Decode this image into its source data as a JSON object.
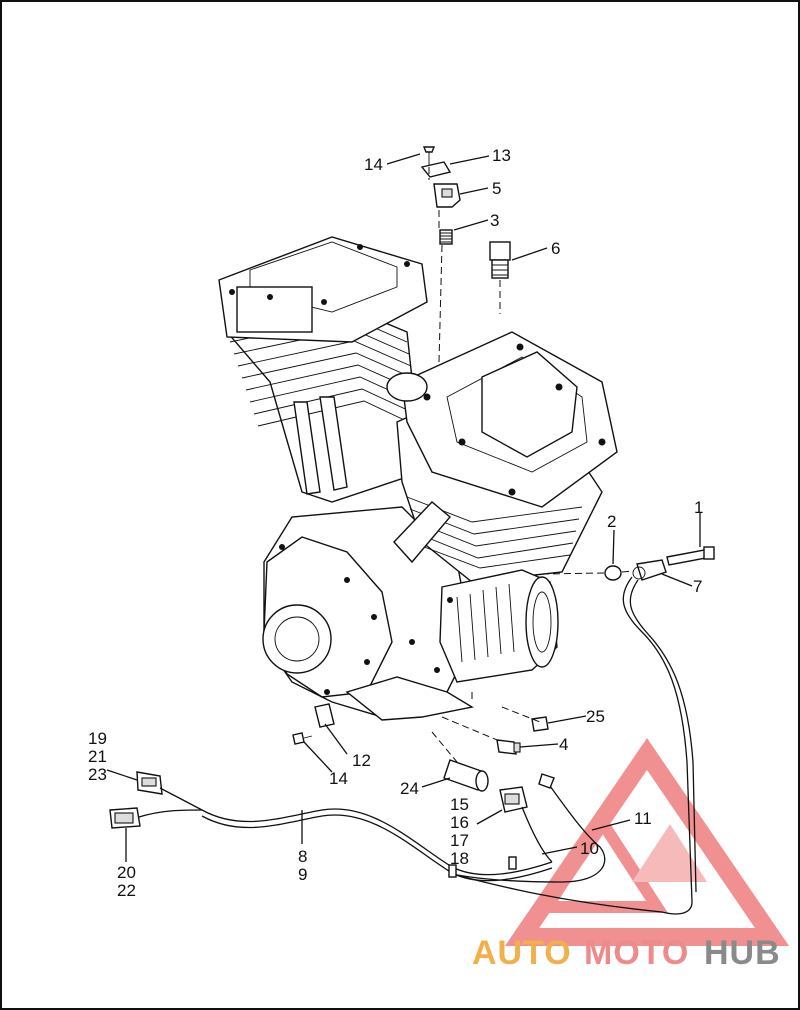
{
  "callouts": {
    "c1": "1",
    "c2": "2",
    "c3": "3",
    "c4": "4",
    "c5": "5",
    "c6": "6",
    "c7": "7",
    "c8": "8",
    "c9": "9",
    "c10": "10",
    "c11": "11",
    "c12": "12",
    "c13": "13",
    "c14a": "14",
    "c14b": "14",
    "c15": "15",
    "c16": "16",
    "c17": "17",
    "c18": "18",
    "c19": "19",
    "c20": "20",
    "c21": "21",
    "c22": "22",
    "c23": "23",
    "c24": "24",
    "c25": "25"
  },
  "watermark": {
    "auto": "AUTO",
    "moto": "MOTO",
    "hub": "HUB",
    "colors": {
      "auto": "#f2b04a",
      "moto": "#ee8a8a",
      "hub": "#8a8a8a",
      "triangle": "#ec6b6b"
    }
  }
}
